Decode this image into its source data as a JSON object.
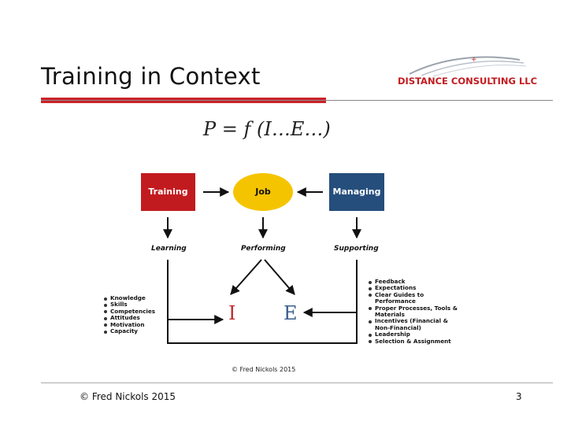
{
  "slide": {
    "title": "Training in Context",
    "logo_text": "DISTANCE CONSULTING LLC",
    "formula": "P = f (I…E…)",
    "footer": "© Fred Nickols 2015",
    "page_number": "3"
  },
  "diagram": {
    "boxes": {
      "training": "Training",
      "job": "Job",
      "managing": "Managing"
    },
    "labels": {
      "learning": "Learning",
      "performing": "Performing",
      "supporting": "Supporting"
    },
    "letters": {
      "i": "I",
      "e": "E"
    },
    "left_list": [
      "Knowledge",
      "Skills",
      "Competencies",
      "Attitudes",
      "Motivation",
      "Capacity"
    ],
    "right_list": [
      "Feedback",
      "Expectations",
      "Clear Guides to Performance",
      "Proper Processes, Tools & Materials",
      "Incentives (Financial & Non-Financial)",
      "Leadership",
      "Selection & Assignment"
    ],
    "copyright": "© Fred Nickols 2015"
  },
  "colors": {
    "accent_red": "#cc2229",
    "training_red": "#c21b1f",
    "managing_blue": "#254e7c",
    "job_yellow": "#f5c400",
    "i_color": "#c0292b",
    "e_color": "#3a5f8f"
  }
}
